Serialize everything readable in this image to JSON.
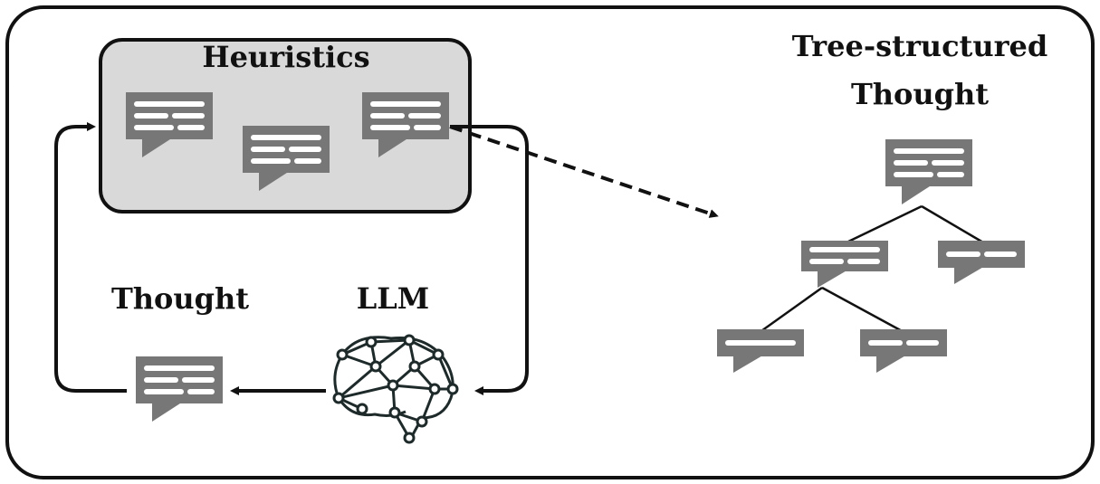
{
  "labels": {
    "heuristics": "Heuristics",
    "tree_line1": "Tree-structured",
    "tree_line2": "Thought",
    "thought": "Thought",
    "llm": "LLM"
  },
  "colors": {
    "frame": "#111111",
    "heuristics_fill": "#d9d9d9",
    "bubble": "#777777",
    "bubble_line": "#ffffff",
    "brain": "#1e2a2a"
  },
  "icons": [
    "speech-bubble-icon",
    "brain-network-icon",
    "arrow-icon"
  ]
}
